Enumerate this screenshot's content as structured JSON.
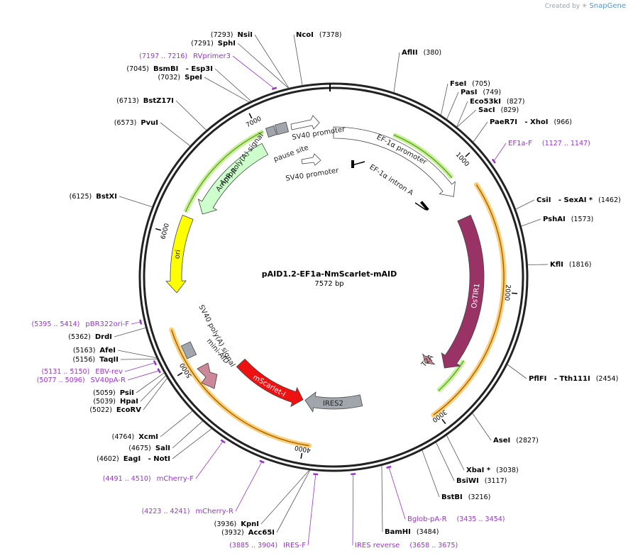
{
  "brand": {
    "prefix": "Created by",
    "name": "SnapGene"
  },
  "map": {
    "title": "pAID1.2-EF1a-NmScarlet-mAID",
    "length_label": "7572 bp",
    "total_bp": 7572,
    "ticks": [
      {
        "label": "1000",
        "bp": 1000
      },
      {
        "label": "2000",
        "bp": 2000
      },
      {
        "label": "3000",
        "bp": 3000
      },
      {
        "label": "4000",
        "bp": 4000
      },
      {
        "label": "5000",
        "bp": 5000
      },
      {
        "label": "6000",
        "bp": 6000
      },
      {
        "label": "7000",
        "bp": 7000
      }
    ]
  },
  "sites": [
    {
      "name": "NsiI",
      "pos": "(7293)",
      "bp": 7293,
      "side": "left"
    },
    {
      "name": "SphI",
      "pos": "(7291)",
      "bp": 7291,
      "side": "left"
    },
    {
      "name": "NcoI",
      "pos": "(7378)",
      "bp": 7378,
      "side": "right"
    },
    {
      "name": "AflII",
      "pos": "(380)",
      "bp": 380,
      "side": "right"
    },
    {
      "name": "FseI",
      "pos": "(705)",
      "bp": 705,
      "side": "right"
    },
    {
      "name": "PasI",
      "pos": "(749)",
      "bp": 749,
      "side": "right"
    },
    {
      "name": "Eco53kI",
      "pos": "(827)",
      "bp": 827,
      "side": "right"
    },
    {
      "name": "SacI",
      "pos": "(829)",
      "bp": 829,
      "side": "right"
    },
    {
      "name": "PaeR7I   - XhoI",
      "pos": "(966)",
      "bp": 966,
      "side": "right"
    },
    {
      "name": "CsiI   - SexAI *",
      "pos": "(1462)",
      "bp": 1462,
      "side": "right"
    },
    {
      "name": "PshAI",
      "pos": "(1573)",
      "bp": 1573,
      "side": "right"
    },
    {
      "name": "KflI",
      "pos": "(1816)",
      "bp": 1816,
      "side": "right"
    },
    {
      "name": "PflFI   - Tth111I",
      "pos": "(2454)",
      "bp": 2454,
      "side": "right"
    },
    {
      "name": "AseI",
      "pos": "(2827)",
      "bp": 2827,
      "side": "right"
    },
    {
      "name": "XbaI *",
      "pos": "(3038)",
      "bp": 3038,
      "side": "right"
    },
    {
      "name": "BsiWI",
      "pos": "(3117)",
      "bp": 3117,
      "side": "right"
    },
    {
      "name": "BstBI",
      "pos": "(3216)",
      "bp": 3216,
      "side": "right"
    },
    {
      "name": "BamHI",
      "pos": "(3484)",
      "bp": 3484,
      "side": "right"
    },
    {
      "name": "KpnI",
      "pos": "(3936)",
      "bp": 3936,
      "side": "left"
    },
    {
      "name": "Acc65I",
      "pos": "(3932)",
      "bp": 3932,
      "side": "left"
    },
    {
      "name": "EagI   - NotI",
      "pos": "(4602)",
      "bp": 4602,
      "side": "left"
    },
    {
      "name": "SalI",
      "pos": "(4675)",
      "bp": 4675,
      "side": "left"
    },
    {
      "name": "XcmI",
      "pos": "(4764)",
      "bp": 4764,
      "side": "left"
    },
    {
      "name": "EcoRV",
      "pos": "(5022)",
      "bp": 5022,
      "side": "left"
    },
    {
      "name": "HpaI",
      "pos": "(5039)",
      "bp": 5039,
      "side": "left"
    },
    {
      "name": "PsiI",
      "pos": "(5059)",
      "bp": 5059,
      "side": "left"
    },
    {
      "name": "TaqII",
      "pos": "(5156)",
      "bp": 5156,
      "side": "left"
    },
    {
      "name": "AfeI",
      "pos": "(5163)",
      "bp": 5163,
      "side": "left"
    },
    {
      "name": "DrdI",
      "pos": "(5362)",
      "bp": 5362,
      "side": "left"
    },
    {
      "name": "BstXI",
      "pos": "(6125)",
      "bp": 6125,
      "side": "left"
    },
    {
      "name": "PvuI",
      "pos": "(6573)",
      "bp": 6573,
      "side": "left"
    },
    {
      "name": "BstZ17I",
      "pos": "(6713)",
      "bp": 6713,
      "side": "left"
    },
    {
      "name": "SpeI",
      "pos": "(7032)",
      "bp": 7032,
      "side": "left"
    },
    {
      "name": "BsmBI   - Esp3I",
      "pos": "(7045)",
      "bp": 7045,
      "side": "left"
    }
  ],
  "primers": [
    {
      "name": "RVprimer3",
      "pos": "(7197 .. 7216)",
      "bp": 7206,
      "side": "left"
    },
    {
      "name": "EF1a-F",
      "pos": "(1127 .. 1147)",
      "bp": 1137,
      "side": "right"
    },
    {
      "name": "Bglob-pA-R",
      "pos": "(3435 .. 3454)",
      "bp": 3445,
      "side": "right"
    },
    {
      "name": "IRES reverse",
      "pos": "(3658 .. 3675)",
      "bp": 3666,
      "side": "right"
    },
    {
      "name": "IRES-F",
      "pos": "(3885 .. 3904)",
      "bp": 3895,
      "side": "left"
    },
    {
      "name": "mCherry-R",
      "pos": "(4223 .. 4241)",
      "bp": 4232,
      "side": "left"
    },
    {
      "name": "mCherry-F",
      "pos": "(4491 .. 4510)",
      "bp": 4500,
      "side": "left"
    },
    {
      "name": "SV40pA-R",
      "pos": "(5077 .. 5096)",
      "bp": 5086,
      "side": "left"
    },
    {
      "name": "EBV-rev",
      "pos": "(5131 .. 5150)",
      "bp": 5140,
      "side": "left"
    },
    {
      "name": "pBR322ori-F",
      "pos": "(5395 .. 5414)",
      "bp": 5404,
      "side": "left"
    }
  ],
  "features": [
    {
      "label": "EF-1α promoter",
      "color": "#ffffff",
      "start": 0,
      "end": 1180,
      "dir": "cw"
    },
    {
      "label": "OsTIR1",
      "color": "#993366",
      "start": 1380,
      "end": 2720,
      "dir": "cw"
    },
    {
      "label": "T2A",
      "color": "#cc8899",
      "start": 2740,
      "end": 2800,
      "dir": "cw"
    },
    {
      "label": "IRES2",
      "color": "#a0a6ac",
      "start": 3520,
      "end": 4060,
      "dir": "cw"
    },
    {
      "label": "mScarlet-I",
      "color": "#ee1111",
      "start": 4080,
      "end": 4780,
      "dir": "ccw"
    },
    {
      "label": "ori",
      "color": "#ffff00",
      "start": 5560,
      "end": 6150,
      "dir": "ccw"
    },
    {
      "label": "AmpR",
      "color": "#ccffcc",
      "start": 6220,
      "end": 6980,
      "dir": "ccw"
    }
  ],
  "inner_labels": {
    "sv40_promoter_a": "SV40 promoter",
    "sv40_promoter_b": "SV40 promoter",
    "ef1a_intron": "EF-1α intron A",
    "ampr_polya": "AmpR   poly(A) signal",
    "pause_site": "pause site",
    "sv40_polya": "SV40 poly(A) signal",
    "mini_aid": "mini-AID"
  },
  "colors": {
    "backbone": "#222222",
    "site_line": "#555555",
    "primer": "#9933cc",
    "orf_halo": "#ffcc77",
    "orf_line": "#996600",
    "green_orf": "#55aa22"
  }
}
